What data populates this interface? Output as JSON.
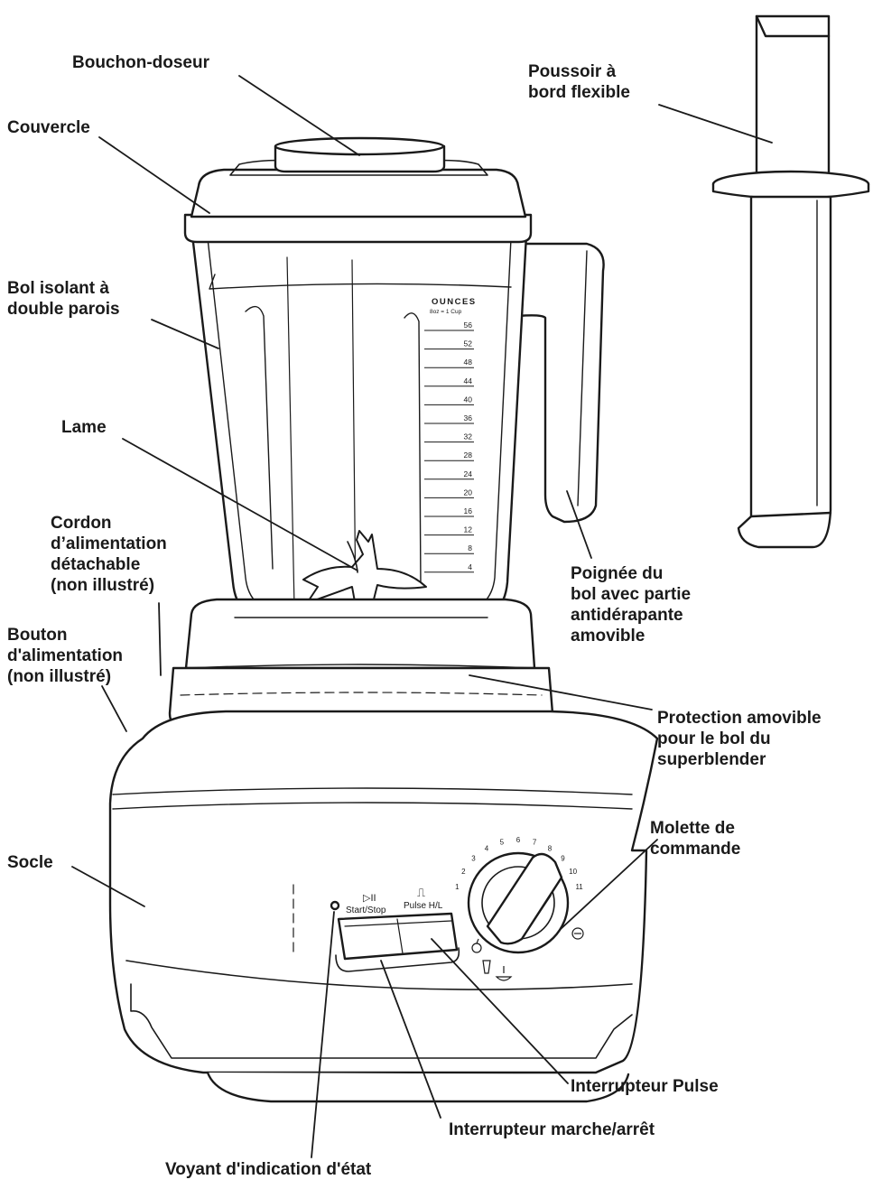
{
  "labels": {
    "bouchon": [
      "Bouchon-doseur"
    ],
    "poussoir": [
      "Poussoir à",
      "bord flexible"
    ],
    "couvercle": [
      "Couvercle"
    ],
    "bol": [
      "Bol isolant à",
      "double parois"
    ],
    "lame": [
      "Lame"
    ],
    "cordon": [
      "Cordon",
      "d’alimentation",
      "détachable",
      "(non illustré)"
    ],
    "bouton": [
      "Bouton",
      "d'alimentation",
      "(non illustré)"
    ],
    "poignee": [
      "Poignée du",
      "bol avec partie",
      "antidérapante",
      "amovible"
    ],
    "protection": [
      "Protection amovible",
      "pour le bol du",
      "superblender"
    ],
    "molette": [
      "Molette de",
      "commande"
    ],
    "socle": [
      "Socle"
    ],
    "pulse": [
      "Interrupteur Pulse"
    ],
    "marche": [
      "Interrupteur marche/arrêt"
    ],
    "voyant": [
      "Voyant d'indication d'état"
    ]
  },
  "jar": {
    "unit_title": "OUNCES",
    "unit_sub": "8oz = 1 Cup",
    "marks": [
      "56",
      "52",
      "48",
      "44",
      "40",
      "36",
      "32",
      "28",
      "24",
      "20",
      "16",
      "12",
      "8",
      "4"
    ]
  },
  "panel": {
    "start_stop_symbol": "▷II",
    "start_stop": "Start/Stop",
    "pulse_symbol": "⎍",
    "pulse": "Pulse H/L"
  },
  "dial": {
    "numbers": [
      "1",
      "2",
      "3",
      "4",
      "5",
      "6",
      "7",
      "8",
      "9",
      "10",
      "11"
    ],
    "icons": [
      "apple-icon",
      "glass-icon",
      "soup-icon",
      "clean-icon"
    ]
  },
  "colors": {
    "line": "#1a1a1a"
  }
}
